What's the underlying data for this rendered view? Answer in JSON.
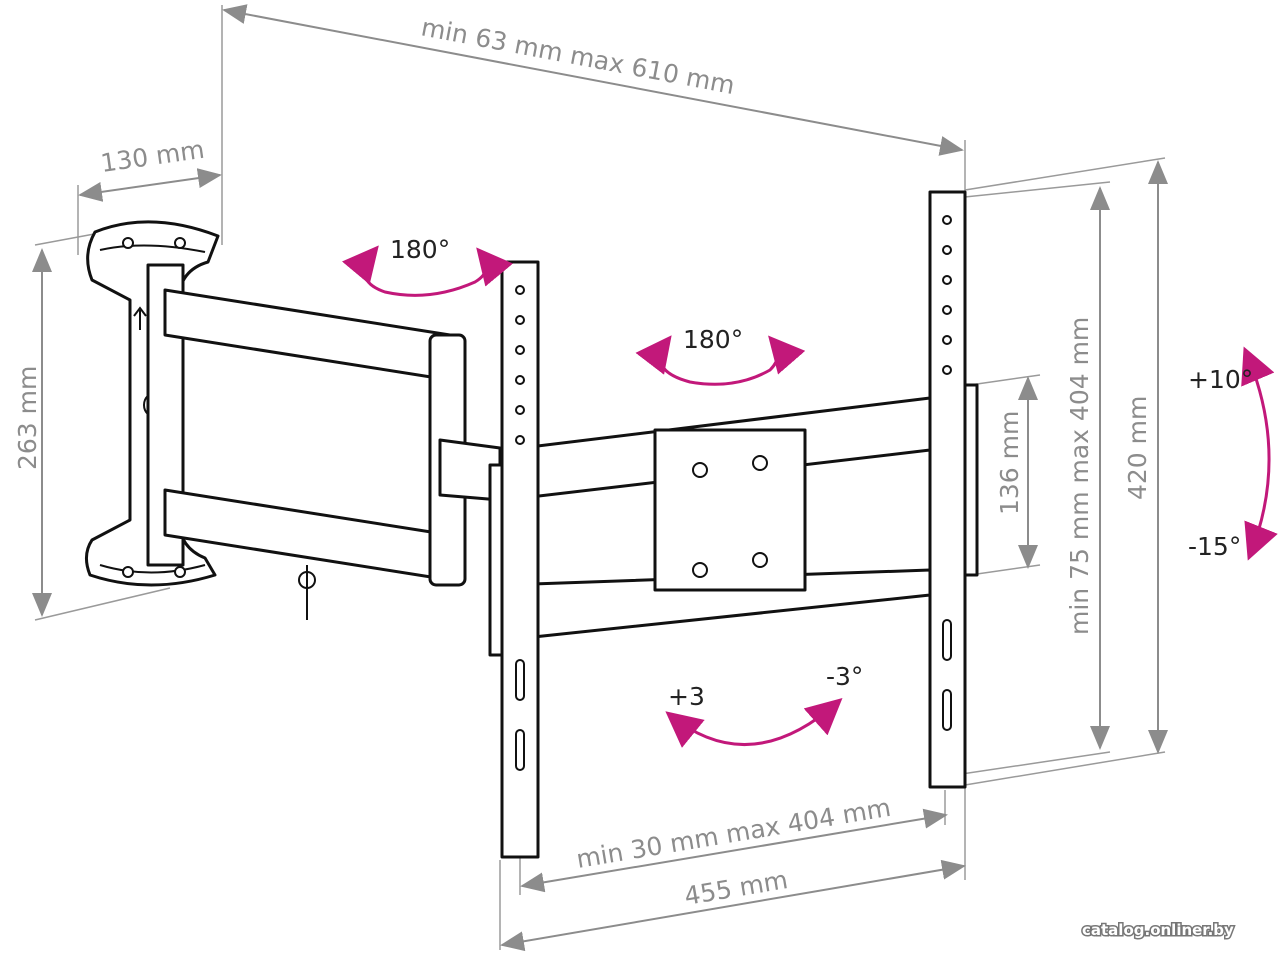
{
  "dimensions": {
    "extension": "min 63 mm max 610 mm",
    "wall_plate_width": "130 mm",
    "wall_plate_height": "263 mm",
    "bracket_height": "420 mm",
    "vesa_vertical": "min 75 mm max 404 mm",
    "crossbar_height": "136 mm",
    "vesa_horizontal": "min 30 mm max 404 mm",
    "bracket_width": "455 mm"
  },
  "angles": {
    "swivel_arm": "180°",
    "swivel_head": "180°",
    "tilt_up": "+10°",
    "tilt_down": "-15°",
    "rotate_left": "+3",
    "rotate_right": "-3°"
  },
  "colors": {
    "accent": "#c2187a",
    "dimension": "#8c8c8c"
  },
  "watermark": "catalog.onliner.by"
}
